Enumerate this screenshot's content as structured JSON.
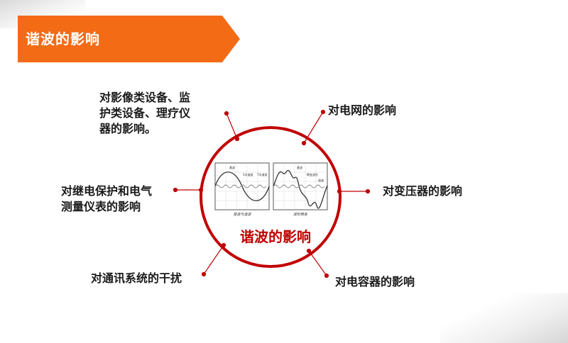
{
  "slide": {
    "title": "谐波的影响",
    "center_label": "谐波的影响",
    "accent_color": "#f46b16",
    "ring_color": "#c00000",
    "branches": [
      {
        "id": "equipment",
        "lines": [
          "对影像类设备、监",
          "护类设备、理疗仪",
          "器的影响。"
        ]
      },
      {
        "id": "grid",
        "lines": [
          "对电网的影响"
        ]
      },
      {
        "id": "relay",
        "lines": [
          "对继电保护和电气",
          "测量仪表的影响"
        ]
      },
      {
        "id": "transformer",
        "lines": [
          "对变压器的影响"
        ]
      },
      {
        "id": "communication",
        "lines": [
          "对通讯系统的干扰"
        ]
      },
      {
        "id": "capacitor",
        "lines": [
          "对电容器的影响"
        ]
      }
    ],
    "panel_left": {
      "caption": "基波与谐波",
      "tags": [
        "基波",
        "5次谐波",
        "7次谐波"
      ]
    },
    "panel_right": {
      "caption": "波形畸变",
      "tags": [
        "基波",
        "畸变波形",
        "谐波"
      ]
    }
  }
}
